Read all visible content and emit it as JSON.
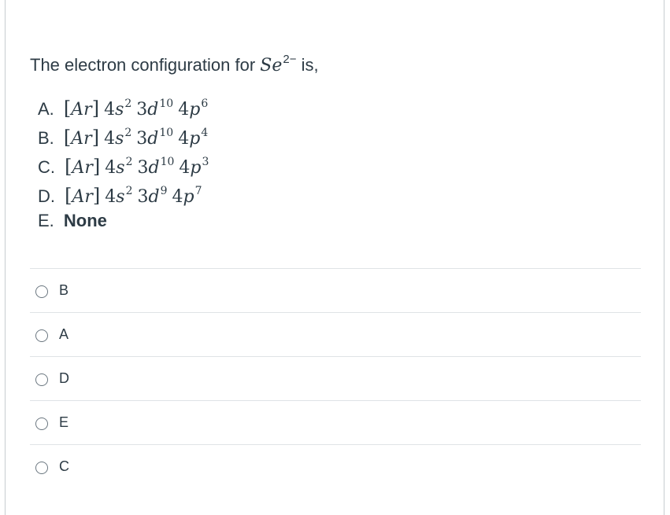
{
  "question": {
    "prefix": "The electron configuration for ",
    "species": "Se",
    "charge": "2−",
    "suffix": " is,"
  },
  "choices": [
    {
      "letter": "A.",
      "core": "Ar",
      "terms": [
        {
          "n": "4",
          "l": "s",
          "e": "2"
        },
        {
          "n": "3",
          "l": "d",
          "e": "10"
        },
        {
          "n": "4",
          "l": "p",
          "e": "6"
        }
      ]
    },
    {
      "letter": "B.",
      "core": "Ar",
      "terms": [
        {
          "n": "4",
          "l": "s",
          "e": "2"
        },
        {
          "n": "3",
          "l": "d",
          "e": "10"
        },
        {
          "n": "4",
          "l": "p",
          "e": "4"
        }
      ]
    },
    {
      "letter": "C.",
      "core": "Ar",
      "terms": [
        {
          "n": "4",
          "l": "s",
          "e": "2"
        },
        {
          "n": "3",
          "l": "d",
          "e": "10"
        },
        {
          "n": "4",
          "l": "p",
          "e": "3"
        }
      ]
    },
    {
      "letter": "D.",
      "core": "Ar",
      "terms": [
        {
          "n": "4",
          "l": "s",
          "e": "2"
        },
        {
          "n": "3",
          "l": "d",
          "e": "9"
        },
        {
          "n": "4",
          "l": "p",
          "e": "7"
        }
      ]
    }
  ],
  "choice_e": {
    "letter": "E.",
    "value": "None"
  },
  "answers": [
    {
      "label": "B"
    },
    {
      "label": "A"
    },
    {
      "label": "D"
    },
    {
      "label": "E"
    },
    {
      "label": "C"
    }
  ]
}
